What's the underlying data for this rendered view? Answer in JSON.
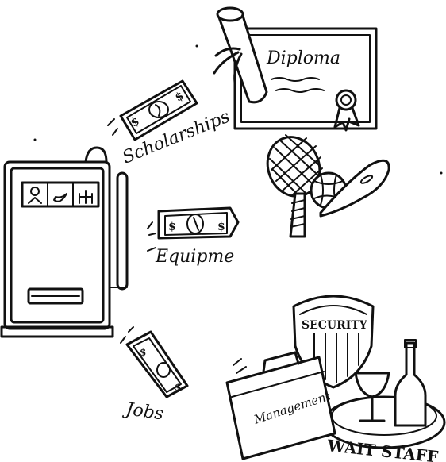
{
  "labels": {
    "diploma": "Diploma",
    "scholarships": "Scholarships",
    "equipment": "Equipme",
    "jobs": "Jobs",
    "security": "SECURITY",
    "management": "Management",
    "wait_staff": "WAIT STAFF"
  },
  "icons": [
    "slot-machine-icon",
    "diploma-icon",
    "sports-equipment-icon",
    "money-bill-icon",
    "briefcase-icon",
    "security-badge-icon",
    "wine-bottle-icon",
    "wine-glass-icon"
  ],
  "colors": {
    "ink": "#111111",
    "paper": "#ffffff"
  }
}
